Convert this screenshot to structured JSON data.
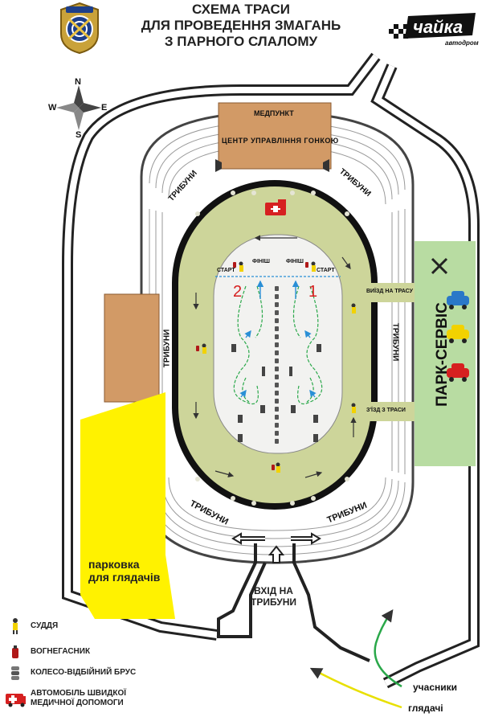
{
  "title": {
    "line1": "СХЕМА ТРАСИ",
    "line2": "ДЛЯ ПРОВЕДЕННЯ ЗМАГАНЬ",
    "line3": "З ПАРНОГО СЛАЛОМУ"
  },
  "logo_right": {
    "brand": "чайка",
    "sub": "автодром"
  },
  "compass": {
    "n": "N",
    "s": "S",
    "w": "W",
    "e": "E"
  },
  "buildings": {
    "medpoint": "МЕДПУНКТ",
    "race_control": "ЦЕНТР УПРАВЛІННЯ ГОНКОЮ"
  },
  "stands": {
    "top_left": "ТРИБУНИ",
    "top_right": "ТРИБУНИ",
    "left": "ТРИБУНИ",
    "right": "ТРИБУНИ",
    "bottom_left": "ТРИБУНИ",
    "bottom_right": "ТРИБУНИ"
  },
  "track": {
    "start_left": "СТАРТ",
    "finish_left": "ФІНІШ",
    "finish_right": "ФІНІШ",
    "start_right": "СТАРТ",
    "lane_left": "2",
    "lane_right": "1",
    "entry": "ВИЇЗД НА ТРАСУ",
    "exit": "З'ЇЗД З ТРАСИ"
  },
  "park_service": "ПАРК-СЕРВІС",
  "parking": {
    "line1": "парковка",
    "line2": "для глядачів"
  },
  "entrance": {
    "line1": "ВХІД НА",
    "line2": "ТРИБУНИ"
  },
  "flows": {
    "participants": "учасники",
    "spectators": "глядачі"
  },
  "legend": [
    {
      "icon": "judge-icon",
      "label": "СУДДЯ"
    },
    {
      "icon": "extinguisher-icon",
      "label": "ВОГНЕГАСНИК"
    },
    {
      "icon": "wheel-barrier-icon",
      "label": "КОЛЕСО-ВІДБІЙНИЙ БРУС"
    },
    {
      "icon": "ambulance-icon",
      "label": "АВТОМОБІЛЬ ШВИДКОЇ",
      "label2": "МЕДИЧНОЇ ДОПОМОГИ"
    }
  ],
  "colors": {
    "infield": "#cdd59a",
    "pad": "#f2f2f0",
    "building": "#d29a66",
    "park_service": "#b8dca2",
    "parking": "#fff200",
    "track_ring": "#111111",
    "lane_arrows": "#2a8fd6",
    "lane_numbers": "#d62020",
    "participants_arrow": "#2aa84a",
    "spectators_arrow": "#e8e000"
  }
}
